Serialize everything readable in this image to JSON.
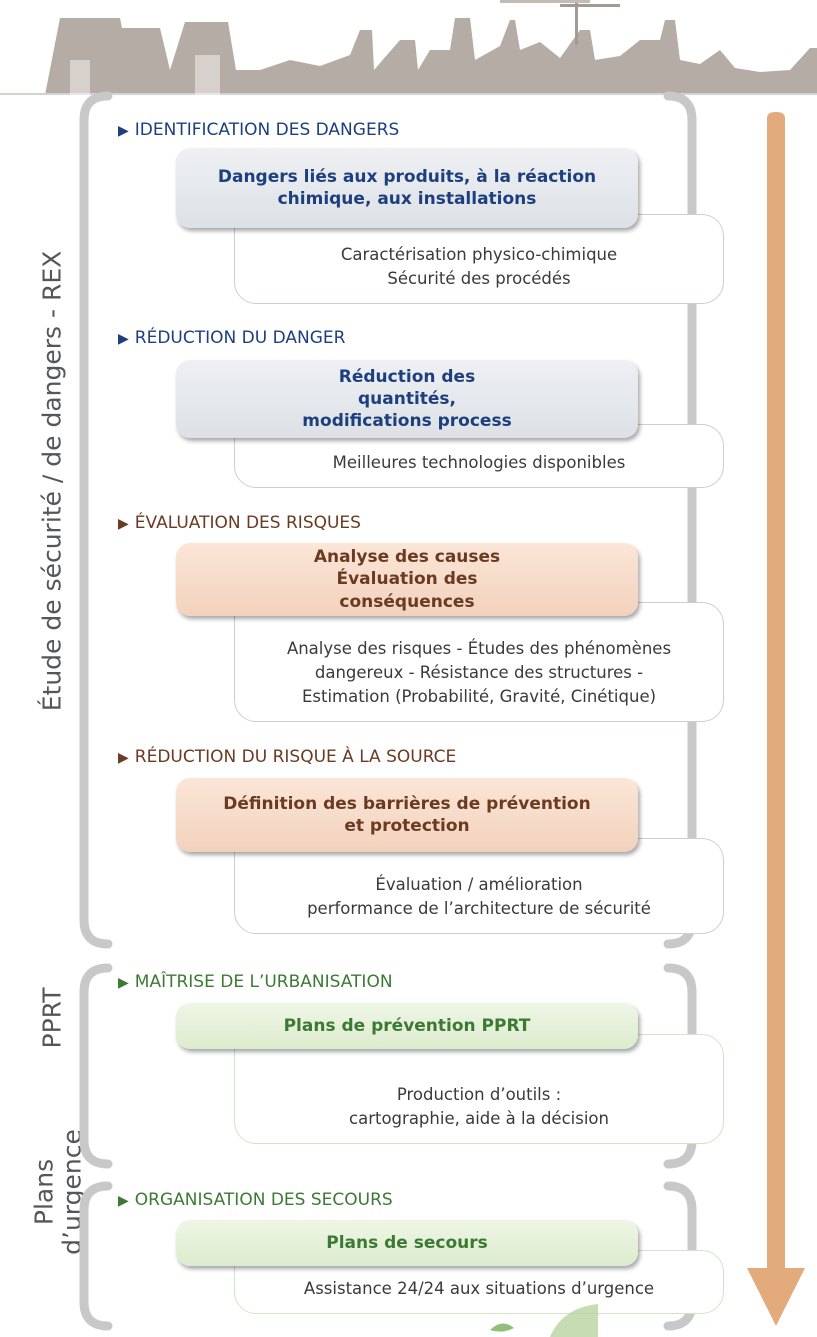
{
  "labels": {
    "etude": "Étude de sécurité / de dangers - REX",
    "pprt": "PPRT",
    "plans_line1": "Plans",
    "plans_line2": "d’urgence"
  },
  "sections": [
    {
      "title": "IDENTIFICATION DES DANGERS",
      "main": "Dangers liés aux produits, à la réaction chimique, aux installations",
      "sub": [
        "Caractérisation physico-chimique",
        "Sécurité des procédés"
      ]
    },
    {
      "title": "RÉDUCTION DU DANGER",
      "main": "Réduction des quantités, modifications process",
      "sub": [
        "Meilleures technologies disponibles"
      ]
    },
    {
      "title": "ÉVALUATION DES RISQUES",
      "main": "Analyse des causes Évaluation des conséquences",
      "sub": [
        "Analyse des risques - Études des phénomènes",
        "dangereux - Résistance des structures -",
        "Estimation (Probabilité, Gravité, Cinétique)"
      ]
    },
    {
      "title": "RÉDUCTION DU RISQUE À LA SOURCE",
      "main": "Définition des barrières de prévention et protection",
      "sub": [
        "Évaluation / amélioration",
        "performance de l’architecture de sécurité"
      ]
    },
    {
      "title": "MAÎTRISE DE L’URBANISATION",
      "main": "Plans de prévention PPRT",
      "sub": [
        "Production d’outils :",
        "cartographie, aide à la décision"
      ]
    },
    {
      "title": "ORGANISATION DES SECOURS",
      "main": "Plans de secours",
      "sub": [
        "Assistance 24/24 aux situations d’urgence"
      ]
    }
  ],
  "colors": {
    "title_blue": "#1d3f7e",
    "title_brown": "#6b3a22",
    "title_green": "#3c7a34",
    "arrow": "#e3aa7c",
    "bracket": "#c8c8c8"
  }
}
